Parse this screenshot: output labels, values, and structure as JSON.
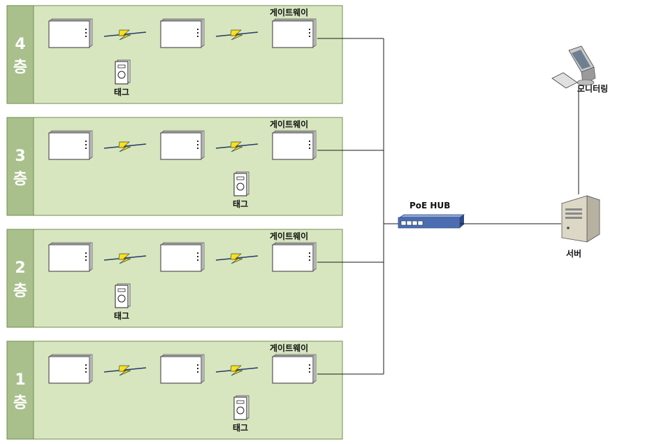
{
  "colors": {
    "floor_fill": "#d8e6c0",
    "floor_border": "#6e8f4e",
    "floor_label_fill": "#a9c08c",
    "bolt_fill": "#f6e11e",
    "bolt_line": "#243b6b",
    "hub": "#4c6eb0"
  },
  "floors": [
    {
      "number": "4",
      "unit": "층",
      "gateway_label": "게이트웨이",
      "tag_label": "태그",
      "tag_slot": 1
    },
    {
      "number": "3",
      "unit": "층",
      "gateway_label": "게이트웨이",
      "tag_label": "태그",
      "tag_slot": 2
    },
    {
      "number": "2",
      "unit": "층",
      "gateway_label": "게이트웨이",
      "tag_label": "태그",
      "tag_slot": 1
    },
    {
      "number": "1",
      "unit": "층",
      "gateway_label": "게이트웨이",
      "tag_label": "태그",
      "tag_slot": 2
    }
  ],
  "hub": {
    "label": "PoE HUB",
    "icon": "network-switch-icon"
  },
  "server": {
    "label": "서버",
    "icon": "server-tower-icon"
  },
  "monitor": {
    "label": "모니터링",
    "icon": "computer-monitor-icon"
  },
  "icons": {
    "anchor": "wireless-anchor-icon",
    "gateway": "gateway-device-icon",
    "tag": "tag-device-icon",
    "link": "wireless-link-bolt-icon"
  }
}
